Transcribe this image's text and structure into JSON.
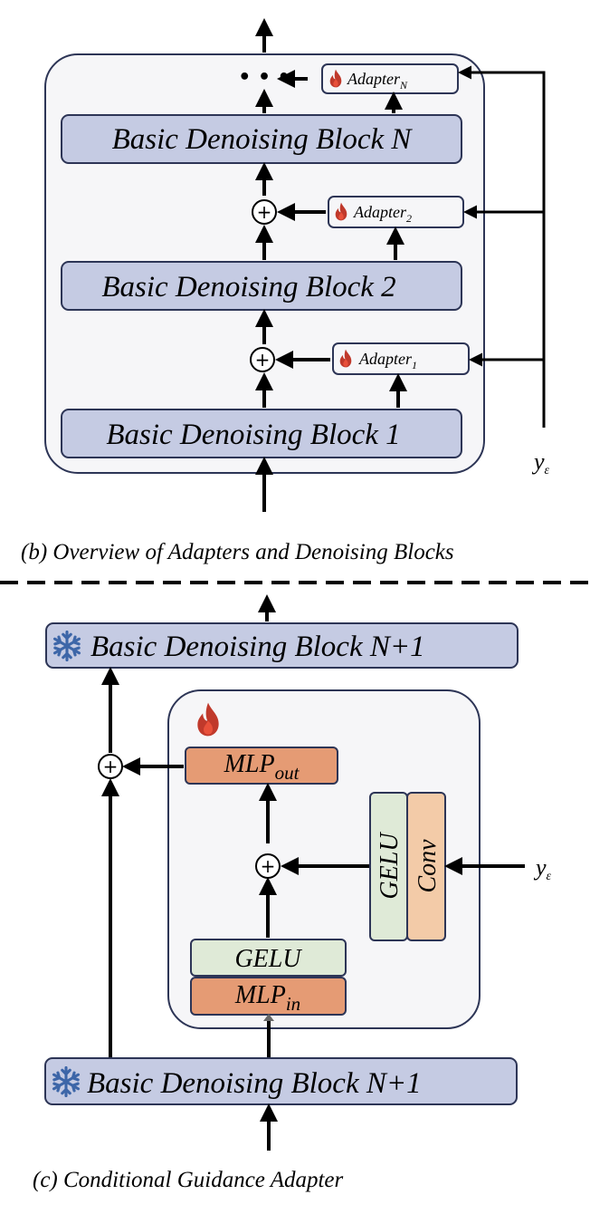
{
  "part_b": {
    "caption": "(b) Overview of Adapters and Denoising Blocks",
    "blocks": [
      "Basic Denoising Block N",
      "Basic Denoising Block 2",
      "Basic Denoising Block 1"
    ],
    "adapters": [
      {
        "base": "Adapter",
        "sub": "N"
      },
      {
        "base": "Adapter",
        "sub": "2"
      },
      {
        "base": "Adapter",
        "sub": "1"
      }
    ],
    "ellipsis": "• • •",
    "plus": "+",
    "condition": {
      "base": "y",
      "sub": "ε"
    }
  },
  "part_c": {
    "caption": "(c) Conditional Guidance Adapter",
    "top_block": "Basic Denoising Block  N+1",
    "bottom_block": "Basic Denoising Block  N+1",
    "mlp_out": {
      "base": "MLP",
      "sub": "out"
    },
    "mlp_in": {
      "base": "MLP",
      "sub": "in"
    },
    "gelu_horizontal": "GELU",
    "gelu_vertical": "GELU",
    "conv_vertical": "Conv",
    "plus": "+",
    "condition": {
      "base": "y",
      "sub": "ε"
    }
  },
  "colors": {
    "block_fill": "#c5cbe3",
    "block_stroke": "#2d3556",
    "container_fill": "#f6f6f8",
    "mlp_fill": "#e59b74",
    "gelu_fill": "#dfead7",
    "conv_fill": "#f3cba8",
    "fire": "#c0392b",
    "snowflake": "#3d66a8"
  },
  "icons": [
    "fire-icon",
    "snowflake-icon"
  ]
}
